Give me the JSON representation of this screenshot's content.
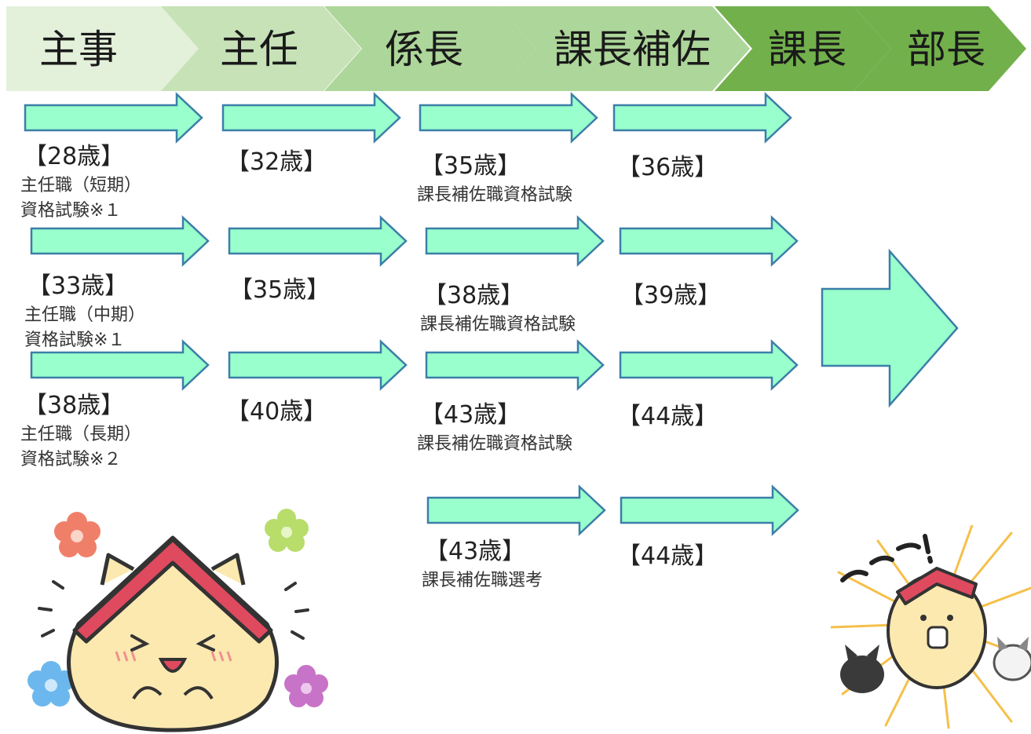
{
  "stages": [
    "主事",
    "主任",
    "係長",
    "課長補佐",
    "課長",
    "部長"
  ],
  "colors": {
    "stage_fills": [
      "#e3f0da",
      "#c7e2b7",
      "#add69a",
      "#add69a",
      "#72b04c",
      "#72b04c"
    ],
    "arrow_fill": "#99ffcc",
    "arrow_stroke": "#3b7fa8"
  },
  "tracks": [
    {
      "steps": [
        {
          "age": "【28歳】",
          "lines": [
            "主任職（短期）",
            "資格試験※１"
          ]
        },
        {
          "age": "【32歳】",
          "lines": []
        },
        {
          "age": "【35歳】",
          "lines": [
            "課長補佐職資格試験"
          ]
        },
        {
          "age": "【36歳】",
          "lines": []
        }
      ]
    },
    {
      "steps": [
        {
          "age": "【33歳】",
          "lines": [
            "主任職（中期）",
            "資格試験※１"
          ]
        },
        {
          "age": "【35歳】",
          "lines": []
        },
        {
          "age": "【38歳】",
          "lines": [
            "課長補佐職資格試験"
          ]
        },
        {
          "age": "【39歳】",
          "lines": []
        }
      ]
    },
    {
      "steps": [
        {
          "age": "【38歳】",
          "lines": [
            "主任職（長期）",
            "資格試験※２"
          ]
        },
        {
          "age": "【40歳】",
          "lines": []
        },
        {
          "age": "【43歳】",
          "lines": [
            "課長補佐職資格試験"
          ]
        },
        {
          "age": "【44歳】",
          "lines": []
        }
      ]
    },
    {
      "steps": [
        {
          "age": "【43歳】",
          "lines": [
            "課長補佐職選考"
          ]
        },
        {
          "age": "【44歳】",
          "lines": []
        }
      ]
    }
  ],
  "illustrations": [
    "happy-cat-house-illustration",
    "excited-cat-illustration"
  ]
}
